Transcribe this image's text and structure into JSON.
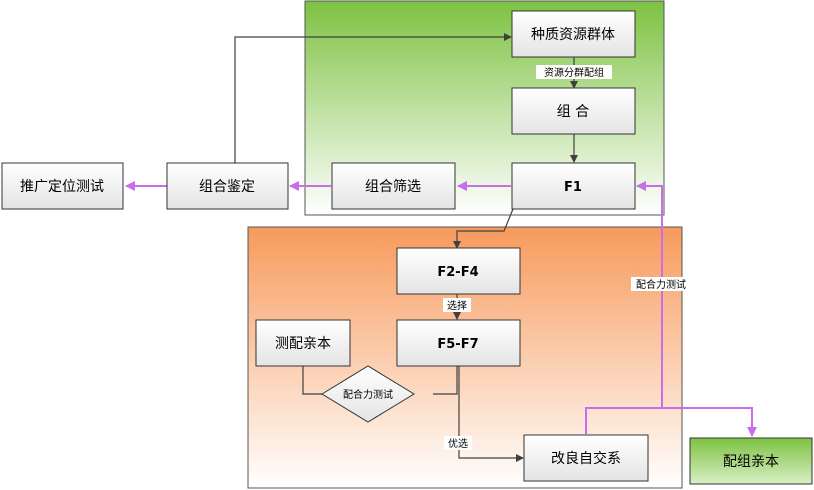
{
  "regions": {
    "green": {
      "gradient_top": "#7dc242",
      "gradient_bottom": "#ffffff"
    },
    "orange": {
      "gradient_top": "#f79a5c",
      "gradient_bottom": "#ffffff"
    }
  },
  "nodes": {
    "germplasm": "种质资源群体",
    "combine": "组 合",
    "f1": "F1",
    "screen": "组合筛选",
    "identify": "组合鉴定",
    "promote": "推广定位测试",
    "f2f4": "F2-F4",
    "f5f7": "F5-F7",
    "tester": "测配亲本",
    "improved": "改良自交系",
    "parent": "配组亲本"
  },
  "labels": {
    "group_mating": "资源分群配组",
    "select": "选择",
    "combining_ability_diamond": "配合力测试",
    "optimize": "优选",
    "combining_ability_edge": "配合力测试"
  },
  "colors": {
    "arrow_dark": "#404040",
    "arrow_purple": "#c86ee8",
    "parent_fill_top": "#7dc242",
    "parent_fill_bottom": "#ffffff"
  }
}
